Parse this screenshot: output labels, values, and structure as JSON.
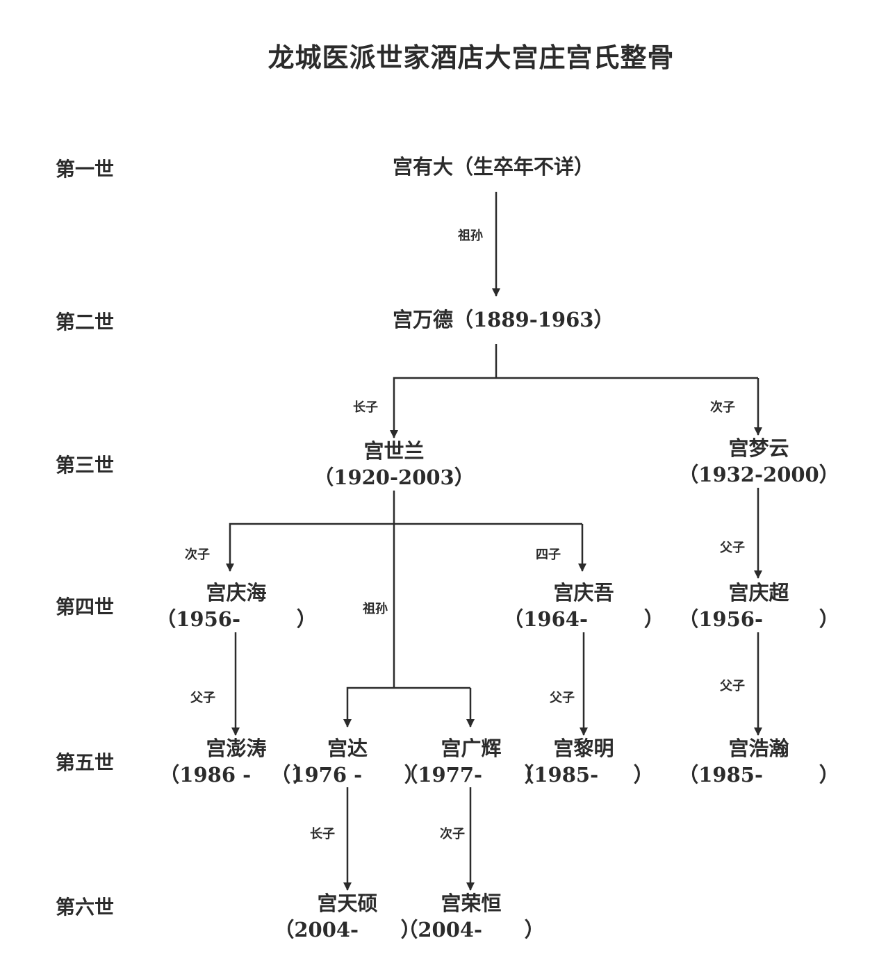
{
  "title": "龙城医派世家酒店大宫庄宫氏整骨",
  "generations": [
    "第一世",
    "第二世",
    "第三世",
    "第四世",
    "第五世",
    "第六世"
  ],
  "persons": {
    "youda": {
      "line1": "宫有大（生卒年不详）"
    },
    "wande": {
      "line1": "宫万德（1889-1963）"
    },
    "shilan": {
      "line1": "宫世兰",
      "line2": "（1920-2003）"
    },
    "mengyun": {
      "line1": "宫梦云",
      "line2": "（1932-2000）"
    },
    "qinghai": {
      "line1": "宫庆海",
      "line2": "（1956-        ）"
    },
    "qingwu": {
      "line1": "宫庆吾",
      "line2": "（1964-        ）"
    },
    "qingchao": {
      "line1": "宫庆超",
      "line2": "（1956-        ）"
    },
    "pengtao": {
      "line1": "宫澎涛",
      "line2": "（1986 -      ）"
    },
    "da": {
      "line1": "宫达",
      "line2": "（1976 -      ）"
    },
    "guanghui": {
      "line1": "宫广辉",
      "line2": "（1977-      ）"
    },
    "liming": {
      "line1": "宫黎明",
      "line2": "（1985-     ）"
    },
    "haohan": {
      "line1": "宫浩瀚",
      "line2": "（1985-        ）"
    },
    "tianshuo": {
      "line1": "宫天硕",
      "line2": "（2004-      ）"
    },
    "ronghang": {
      "line1": "宫荣恒",
      "line2": "（2004-      ）"
    }
  },
  "relations": {
    "youda_wande": "祖孙",
    "wande_shilan": "长子",
    "wande_mengyun": "次子",
    "shilan_qinghai": "次子",
    "shilan_qingwu": "四子",
    "shilan_grandsons": "祖孙",
    "mengyun_qingchao": "父子",
    "qinghai_pengtao": "父子",
    "qingwu_liming": "父子",
    "qingchao_haohan": "父子",
    "da_tianshuo": "长子",
    "guanghui_ronghang": "次子"
  },
  "colors": {
    "text": "#2b2b2b",
    "line": "#2b2b2b",
    "background": "#ffffff"
  }
}
